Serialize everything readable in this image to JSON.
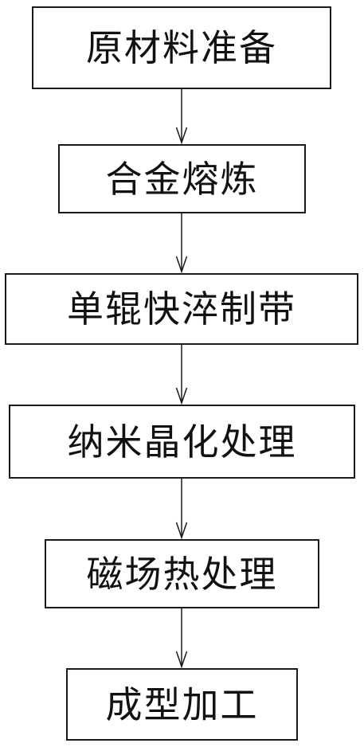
{
  "steps": [
    {
      "label": "原材料准备"
    },
    {
      "label": "合金熔炼"
    },
    {
      "label": "单辊快淬制带"
    },
    {
      "label": "纳米晶化处理"
    },
    {
      "label": "磁场热处理"
    },
    {
      "label": "成型加工"
    }
  ]
}
